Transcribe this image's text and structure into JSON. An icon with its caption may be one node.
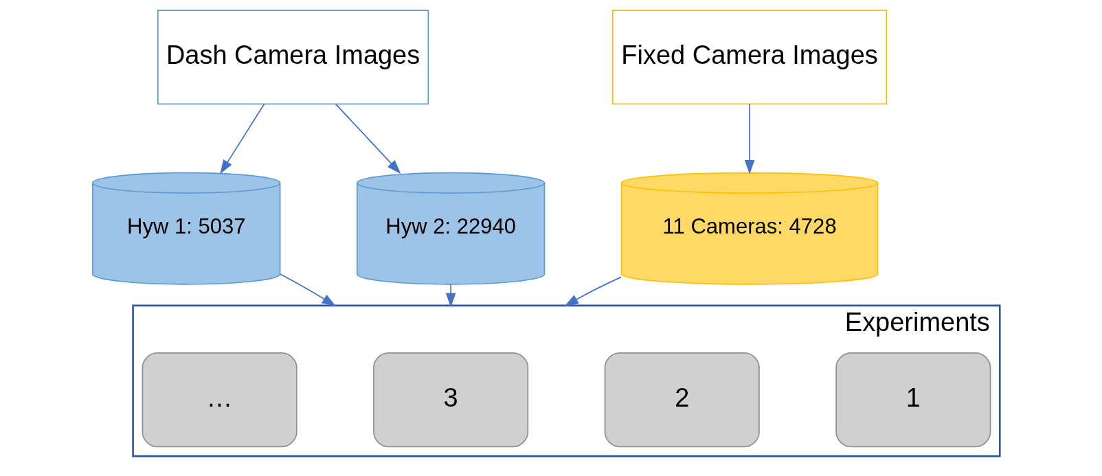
{
  "diagram": {
    "nodes": [
      {
        "text": [
          "Dash Camera Images"
        ]
      },
      {
        "text": [
          "Fixed Camera Images"
        ]
      },
      {
        "text": [
          "Hyw 1: 5037"
        ]
      },
      {
        "text": [
          "Hyw 2: 22940"
        ]
      },
      {
        "text": [
          "11 Cameras: 4728"
        ]
      },
      {
        "text": [
          "Experiments"
        ]
      },
      {
        "text": [
          "1"
        ],
        "in": 5
      },
      {
        "text": [
          "2"
        ],
        "in": 5
      },
      {
        "text": [
          "3"
        ],
        "in": 5
      },
      {
        "text": [
          "…"
        ],
        "in": 5
      }
    ],
    "edges": [
      {
        "from": 0,
        "to": 2,
        "arrow": "to"
      },
      {
        "from": 0,
        "to": 3,
        "arrow": "to"
      },
      {
        "from": 1,
        "to": 4,
        "arrow": "to"
      },
      {
        "from": 2,
        "to": 5,
        "arrow": "to"
      },
      {
        "from": 3,
        "to": 5,
        "arrow": "to"
      },
      {
        "from": 4,
        "to": 5,
        "arrow": "to"
      }
    ]
  }
}
